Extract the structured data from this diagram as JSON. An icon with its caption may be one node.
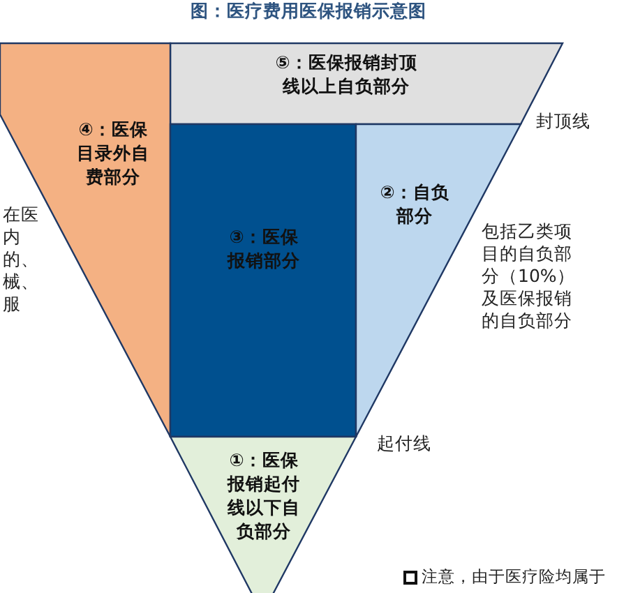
{
  "diagram": {
    "title": "图：医疗费用医保报销示意图",
    "nodes": [
      {
        "text": [
          "⑤：医保报销封顶线以上自负部分"
        ]
      },
      {
        "text": [
          "④：医保目录外自费部分"
        ]
      },
      {
        "text": [
          "③：医保报销部分"
        ]
      },
      {
        "text": [
          "②：自负部分"
        ]
      },
      {
        "text": [
          "①：医保报销起付线以下自负部分"
        ]
      }
    ],
    "labels": [
      "封顶线",
      "在医内的、械、服",
      "包括乙类项目的自负部分（10%）及医保报销的自负部分",
      "起付线",
      "注意，由于医疗险均属于"
    ]
  }
}
